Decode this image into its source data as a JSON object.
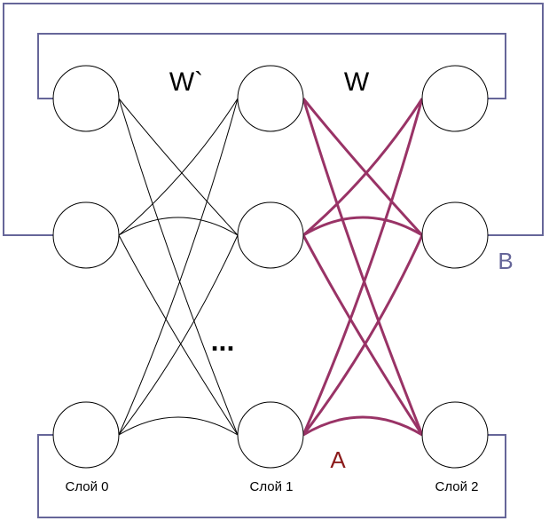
{
  "diagram": {
    "weights_left_label": "W`",
    "weights_right_label": "W",
    "feedback_label_b": "B",
    "feedback_label_a": "A",
    "ellipsis": "...",
    "layers": [
      {
        "name": "Слой 0"
      },
      {
        "name": "Слой 1"
      },
      {
        "name": "Слой 2"
      }
    ],
    "colors": {
      "node_stroke": "#000000",
      "thin_edge": "#000000",
      "bold_edge": "#993366",
      "loop": "#666699",
      "label_a": "#8b1a1a",
      "label_b": "#666699"
    }
  }
}
